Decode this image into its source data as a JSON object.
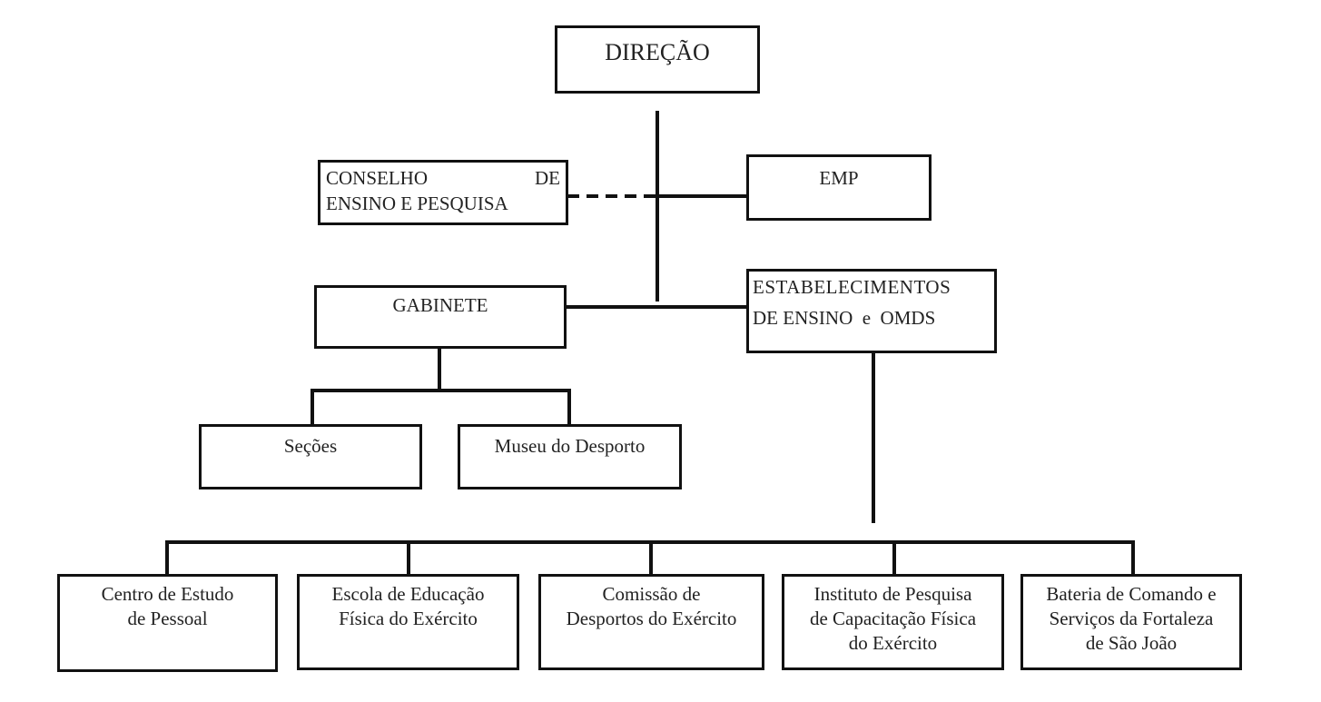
{
  "diagram": {
    "top": {
      "label": "DIREÇÃO"
    },
    "staff": {
      "label": "EMP"
    },
    "council": {
      "line1_left": "CONSELHO",
      "line1_right": "DE",
      "line2": "ENSINO E PESQUISA"
    },
    "cabinet": {
      "label": "GABINETE",
      "children": [
        {
          "label": "Seções"
        },
        {
          "label": "Museu do Desporto"
        }
      ]
    },
    "establishments": {
      "line1": "ESTABELECIMENTOS",
      "line2": "DE ENSINO  e  OMDS",
      "children": [
        {
          "label": "Centro de Estudo\nde Pessoal"
        },
        {
          "label": "Escola de Educação\nFísica do Exército"
        },
        {
          "label": "Comissão de\nDesportos do Exército"
        },
        {
          "label": "Instituto de Pesquisa\nde Capacitação Física\ndo Exército"
        },
        {
          "label": "Bateria de Comando e\nServiços da Fortaleza\nde São João"
        }
      ]
    }
  }
}
